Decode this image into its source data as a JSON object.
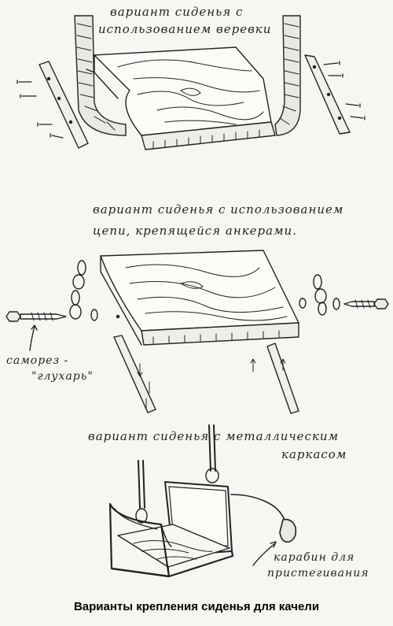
{
  "section1": {
    "title_line1": "вариант сиденья с",
    "title_line2": "использованием веревки"
  },
  "section2": {
    "title_line1": "вариант сиденья с использованием",
    "title_line2": "цепи, крепящейся анкерами.",
    "label_line1": "саморез -",
    "label_line2": "\"глухарь\""
  },
  "section3": {
    "title_line1": "вариант сиденья с металлическим",
    "title_line2": "каркасом",
    "label_line1": "карабин для",
    "label_line2": "пристегивания"
  },
  "caption": "Варианты крепления сиденья для качели"
}
